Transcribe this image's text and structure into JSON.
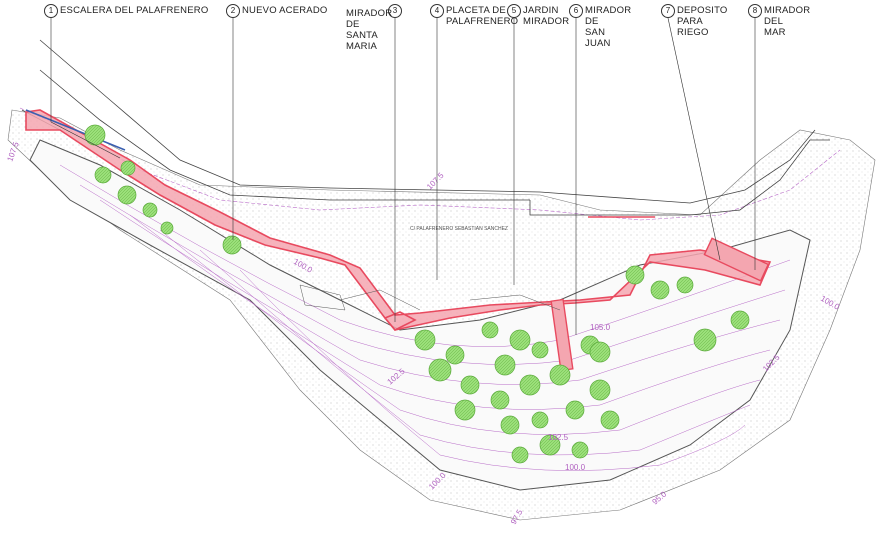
{
  "callouts": [
    {
      "n": "1",
      "lines": [
        "ESCALERA DEL PALAFRENERO"
      ]
    },
    {
      "n": "2",
      "lines": [
        "NUEVO ACERADO"
      ]
    },
    {
      "n": "3",
      "lines": [
        "MIRADOR",
        "DE",
        "SANTA",
        "MARIA"
      ]
    },
    {
      "n": "4",
      "lines": [
        "PLACETA DE",
        "PALAFRENERO"
      ]
    },
    {
      "n": "5",
      "lines": [
        "JARDIN",
        "MIRADOR"
      ]
    },
    {
      "n": "6",
      "lines": [
        "MIRADOR",
        "DE",
        "SAN",
        "JUAN"
      ]
    },
    {
      "n": "7",
      "lines": [
        "DEPOSITO",
        "PARA",
        "RIEGO"
      ]
    },
    {
      "n": "8",
      "lines": [
        "MIRADOR",
        "DEL",
        "MAR"
      ]
    }
  ],
  "contours": [
    "107.5",
    "107.5",
    "105.0",
    "102.5",
    "100.0",
    "97.5",
    "100.0",
    "100.0",
    "102.5",
    "95.0",
    "102.5",
    "100.0"
  ],
  "place_label": "C/ PALAFRENERO SEBASTIAN SANCHEZ",
  "colors": {
    "highlight": "#e84a5f",
    "highlight_fill": "#f4a6b0",
    "tree": "#8fd86a",
    "contour": "#b060c0"
  }
}
